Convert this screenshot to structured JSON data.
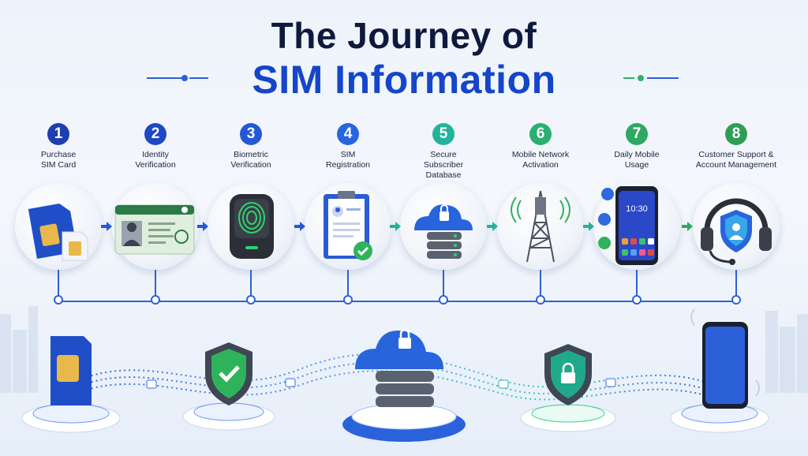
{
  "title": {
    "line1": "The Journey of",
    "line2": "SIM Information"
  },
  "colors": {
    "primary": "#1546c9",
    "dark": "#0e1a3d",
    "green": "#2fb36b",
    "teal": "#1fb8a3"
  },
  "steps": [
    {
      "num": "1",
      "label": "Purchase\nSIM Card",
      "icon": "sim-card-icon"
    },
    {
      "num": "2",
      "label": "Identity\nVerification",
      "icon": "id-card-icon"
    },
    {
      "num": "3",
      "label": "Biometric\nVerification",
      "icon": "fingerprint-scanner-icon"
    },
    {
      "num": "4",
      "label": "SIM\nRegistration",
      "icon": "clipboard-check-icon"
    },
    {
      "num": "5",
      "label": "Secure\nSubscriber\nDatabase",
      "icon": "cloud-database-icon"
    },
    {
      "num": "6",
      "label": "Mobile Network\nActivation",
      "icon": "cell-tower-icon"
    },
    {
      "num": "7",
      "label": "Daily Mobile\nUsage",
      "icon": "smartphone-icon"
    },
    {
      "num": "8",
      "label": "Customer Support &\nAccount Management",
      "icon": "headset-shield-icon"
    }
  ],
  "phone_time": "10:30",
  "bottom_icons": [
    "sim-card-icon",
    "shield-check-icon",
    "cloud-database-icon",
    "shield-lock-icon",
    "smartphone-icon"
  ]
}
